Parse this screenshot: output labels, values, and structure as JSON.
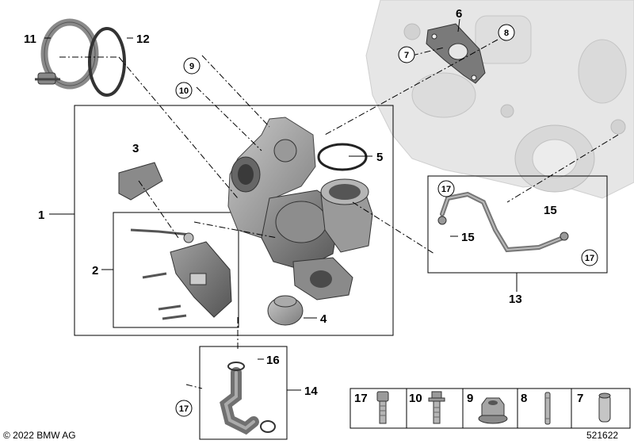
{
  "callouts": {
    "n1": "1",
    "n2": "2",
    "n3": "3",
    "n4": "4",
    "n5": "5",
    "n6": "6",
    "n7": "7",
    "n8": "8",
    "n9": "9",
    "n10": "10",
    "n11": "11",
    "n12": "12",
    "n13": "13",
    "n14": "14",
    "n15a": "15",
    "n15b": "15",
    "n16": "16",
    "n17a": "17",
    "n17b": "17",
    "n17c": "17"
  },
  "legend": [
    {
      "num": "17",
      "icon": "hex-socket-bolt-icon"
    },
    {
      "num": "10",
      "icon": "flange-bolt-icon"
    },
    {
      "num": "9",
      "icon": "flange-nut-icon"
    },
    {
      "num": "8",
      "icon": "stud-bolt-icon"
    },
    {
      "num": "7",
      "icon": "dowel-sleeve-icon"
    }
  ],
  "footer": {
    "copyright": "© 2022 BMW AG",
    "diagram_id": "521622"
  },
  "colors": {
    "part_gray": "#9a9a9a",
    "part_dark": "#6e6e6e",
    "part_light": "#cfcfcf",
    "engine_bg": "#e4e4e4",
    "line": "#000000"
  }
}
